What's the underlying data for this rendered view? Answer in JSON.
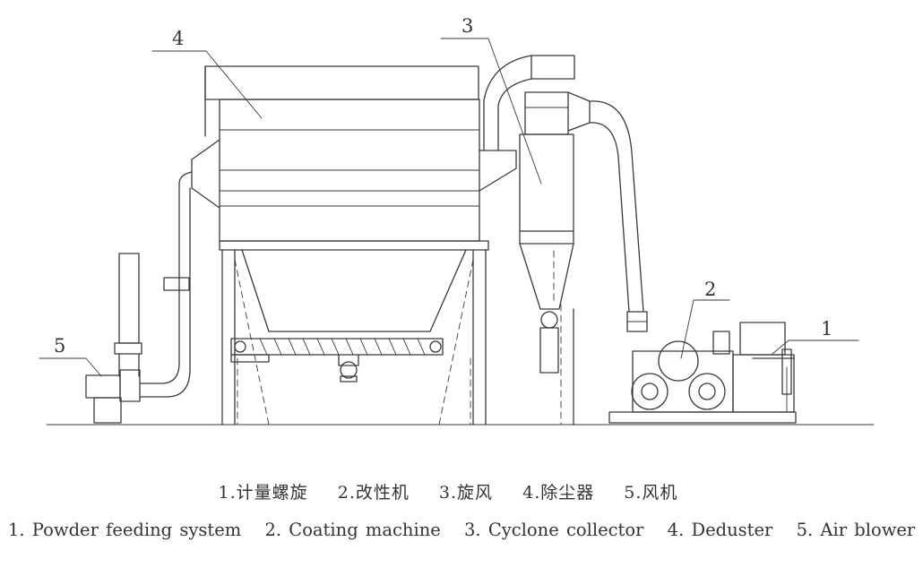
{
  "callouts": [
    "1",
    "2",
    "3",
    "4",
    "5"
  ],
  "legend_cn": [
    "1.计量螺旋",
    "2.改性机",
    "3.旋风",
    "4.除尘器",
    "5.风机"
  ],
  "legend_en": [
    "1. Powder feeding system",
    "2. Coating machine",
    "3. Cyclone collector",
    "4. Deduster",
    "5. Air blower"
  ]
}
